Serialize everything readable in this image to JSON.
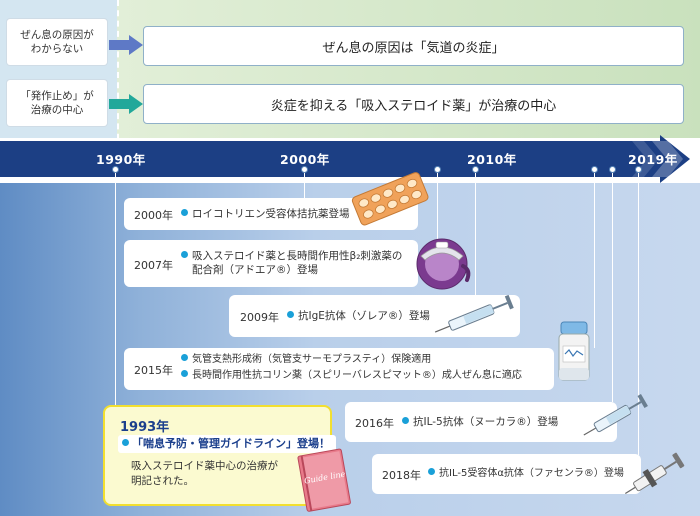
{
  "cause_row": {
    "left_label": "ぜん息の原因が わからない",
    "right_text": "ぜん息の原因は「気道の炎症」"
  },
  "treatment_row": {
    "left_label": "「発作止め」が 治療の中心",
    "right_text": "炎症を抑える「吸入ステロイド薬」が治療の中心"
  },
  "timeline": {
    "years": [
      "1990年",
      "2000年",
      "2010年",
      "2019年"
    ]
  },
  "events": {
    "e2000": {
      "year": "2000年",
      "lines": [
        "ロイコトリエン受容体拮抗薬登場"
      ]
    },
    "e2007": {
      "year": "2007年",
      "lines": [
        "吸入ステロイド薬と長時間作用性β₂刺激薬の",
        "配合剤（アドエア®）登場"
      ]
    },
    "e2009": {
      "year": "2009年",
      "lines": [
        "抗IgE抗体（ゾレア®）登場"
      ]
    },
    "e2015": {
      "year": "2015年",
      "lines": [
        "気管支熱形成術（気管支サーモプラスティ）保険適用",
        "長時間作用性抗コリン薬（スピリーバレスピマット®）成人ぜん息に適応"
      ]
    },
    "e2016": {
      "year": "2016年",
      "lines": [
        "抗IL-5抗体（ヌーカラ®）登場"
      ]
    },
    "e2018": {
      "year": "2018年",
      "lines": [
        "抗IL-5受容体α抗体（ファセンラ®）登場"
      ]
    }
  },
  "guideline_1993": {
    "year": "1993年",
    "tag": "「喘息予防・管理ガイドライン」登場！",
    "desc_line1": "吸入ステロイド薬中心の治療が",
    "desc_line2": "明記された。",
    "book_label": "Guide line"
  },
  "colors": {
    "timeline_navy": "#1c3f84",
    "accent_bullet": "#1aa0d8",
    "guideline_border": "#f2df2f",
    "arrow_blue": "#5e79c6",
    "arrow_teal": "#22a89a"
  }
}
